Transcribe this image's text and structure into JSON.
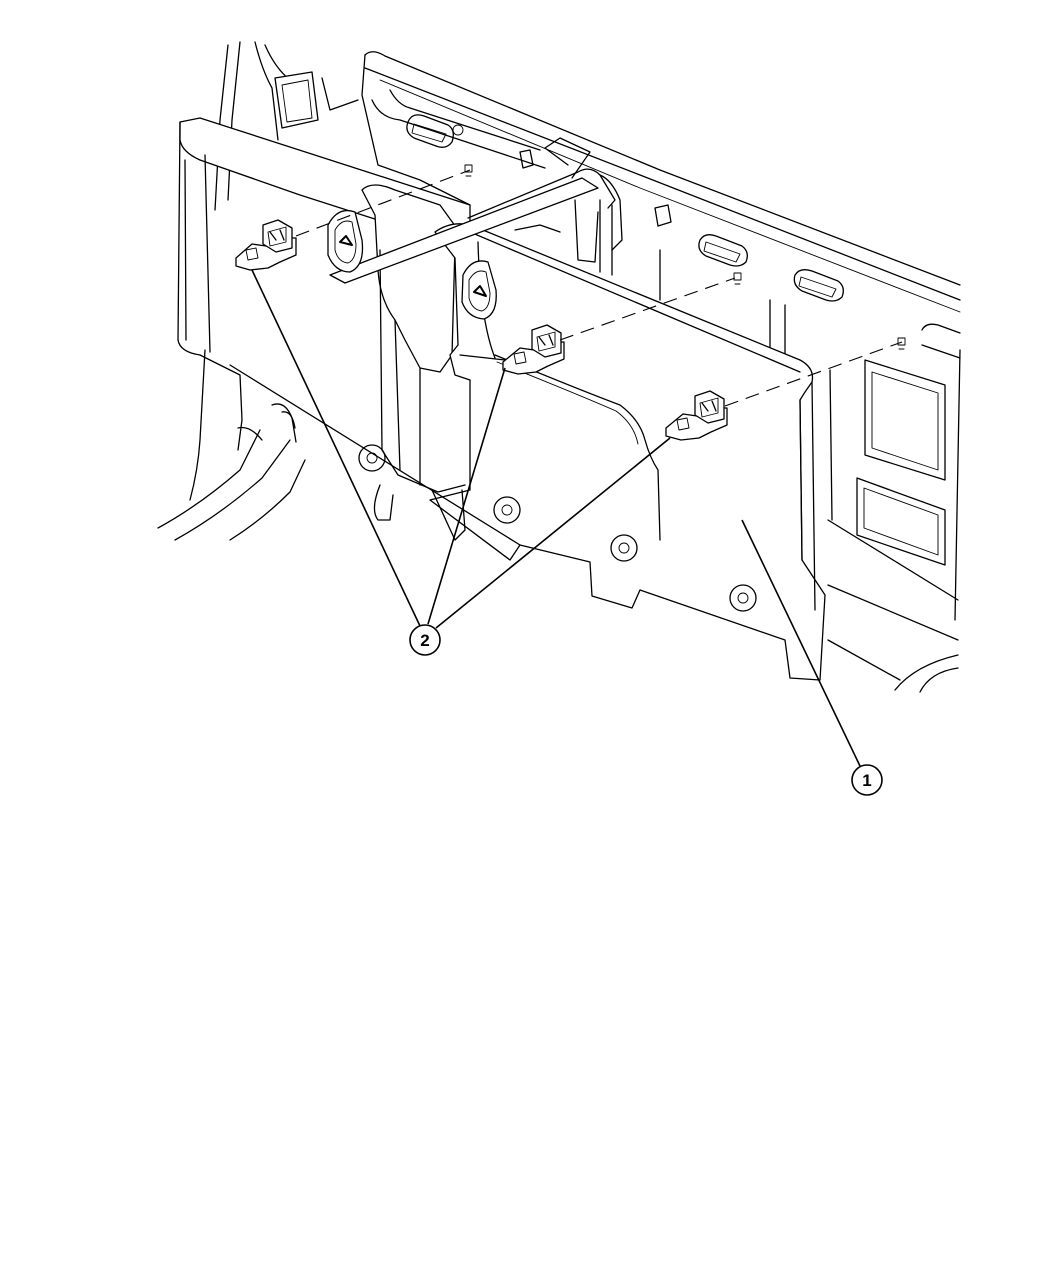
{
  "callouts": [
    {
      "id": "callout-1",
      "label": "1"
    },
    {
      "id": "callout-2",
      "label": "2"
    }
  ]
}
